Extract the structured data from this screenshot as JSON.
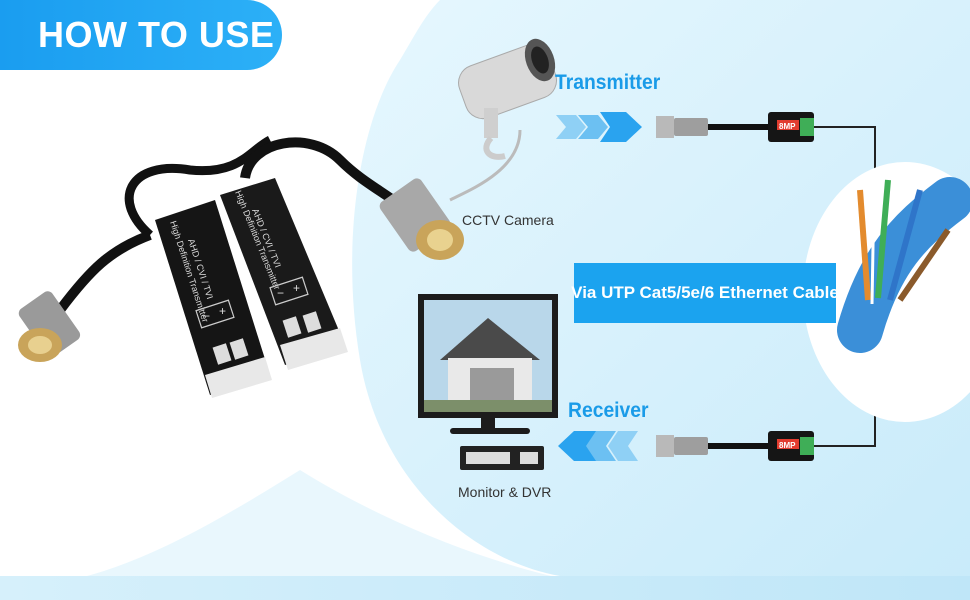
{
  "header": {
    "title": "HOW TO USE"
  },
  "diagram": {
    "transmitter_label": "Transmitter",
    "receiver_label": "Receiver",
    "camera_caption": "CCTV Camera",
    "monitor_caption": "Monitor & DVR",
    "cable_caption": "Via UTP Cat5/5e/6 Ethernet Cable",
    "balun_badge": "8MP"
  },
  "product": {
    "printed_text": "High Definition Transmitter",
    "mode_text": "AHD / CVI / TVI",
    "terminal_minus": "−",
    "terminal_plus": "+"
  },
  "colors": {
    "accent": "#1a9df0",
    "light_blue": "#cdeefb",
    "arrow_blue": "#2aa3ef",
    "cable_blue": "#3b8fd8"
  }
}
